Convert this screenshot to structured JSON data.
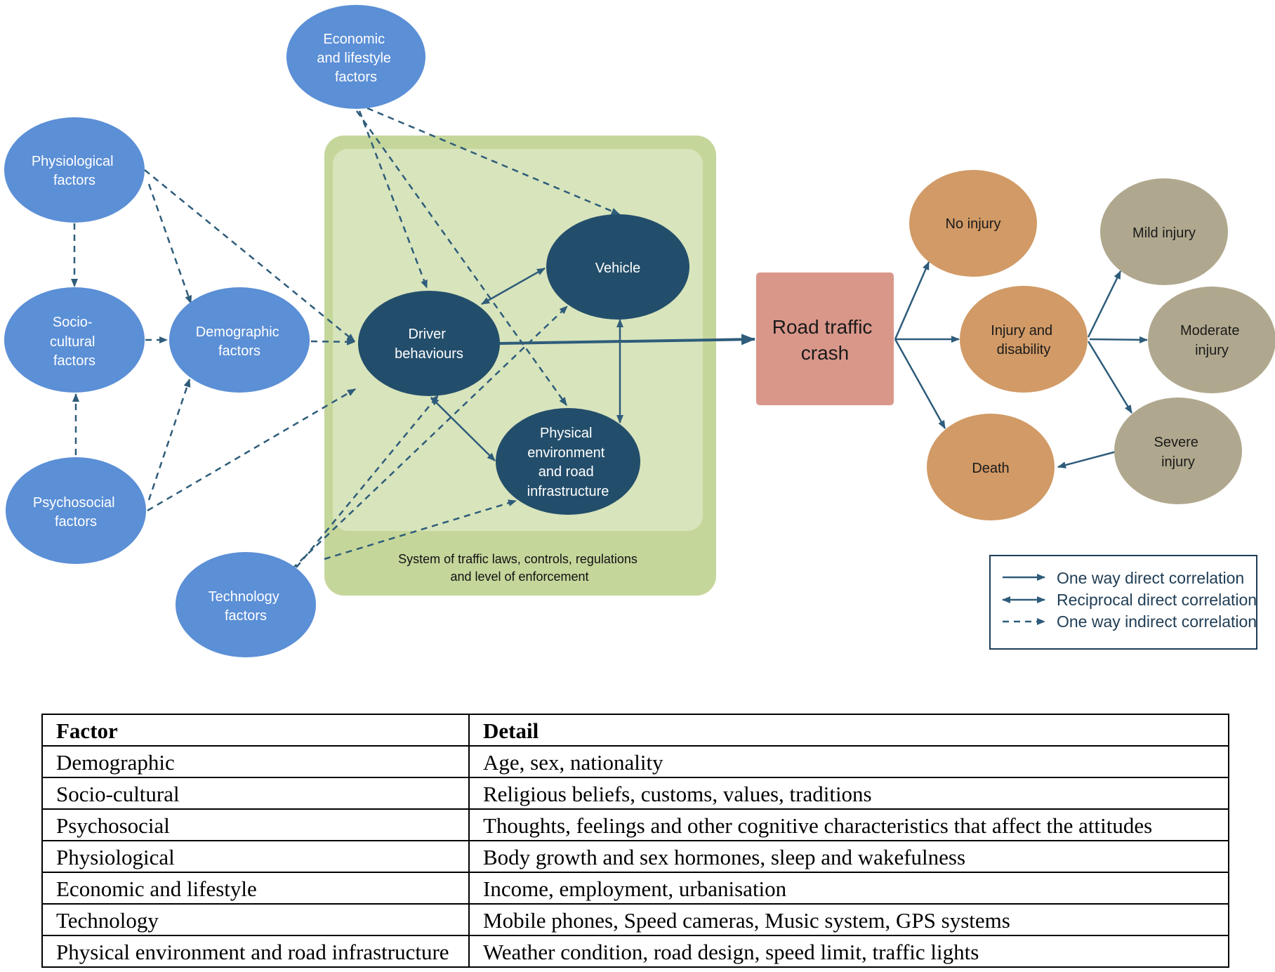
{
  "diagram": {
    "system_label": [
      "System of traffic laws, controls, regulations",
      "and level of enforcement"
    ],
    "nodes": {
      "economic": [
        "Economic",
        "and lifestyle",
        "factors"
      ],
      "physiological": [
        "Physiological",
        "factors"
      ],
      "socio_cultural": [
        "Socio-",
        "cultural",
        "factors"
      ],
      "demographic": [
        "Demographic",
        "factors"
      ],
      "psychosocial": [
        "Psychosocial",
        "factors"
      ],
      "technology": [
        "Technology",
        "factors"
      ],
      "driver": [
        "Driver",
        "behaviours"
      ],
      "vehicle": [
        "Vehicle"
      ],
      "physical_env": [
        "Physical",
        "environment",
        "and road",
        "infrastructure"
      ],
      "crash": [
        "Road traffic",
        "crash"
      ],
      "no_injury": [
        "No injury"
      ],
      "injury_disability": [
        "Injury and",
        "disability"
      ],
      "death": [
        "Death"
      ],
      "mild": [
        "Mild injury"
      ],
      "moderate": [
        "Moderate",
        "injury"
      ],
      "severe": [
        "Severe",
        "injury"
      ]
    },
    "colors": {
      "factor_node": "#5b8fd6",
      "core_node": "#234e6b",
      "system_outer": "#c5d69b",
      "system_inner": "#d8e4bc",
      "crash": "#d9978a",
      "outcome": "#d19a66",
      "severity": "#b0a88e",
      "arrow": "#2e5c7a"
    }
  },
  "legend": {
    "one_way_direct": "One way direct correlation",
    "reciprocal_direct": "Reciprocal direct correlation",
    "one_way_indirect": "One way indirect correlation"
  },
  "table": {
    "headers": [
      "Factor",
      "Detail"
    ],
    "rows": [
      [
        "Demographic",
        "Age, sex, nationality"
      ],
      [
        "Socio-cultural",
        "Religious beliefs, customs, values, traditions"
      ],
      [
        "Psychosocial",
        "Thoughts, feelings and other cognitive characteristics that affect the attitudes"
      ],
      [
        "Physiological",
        "Body growth and sex hormones, sleep and wakefulness"
      ],
      [
        "Economic and lifestyle",
        "Income, employment, urbanisation"
      ],
      [
        "Technology",
        "Mobile phones, Speed cameras, Music system, GPS systems"
      ],
      [
        "Physical environment and road infrastructure",
        "Weather condition, road design, speed limit, traffic lights"
      ]
    ]
  }
}
